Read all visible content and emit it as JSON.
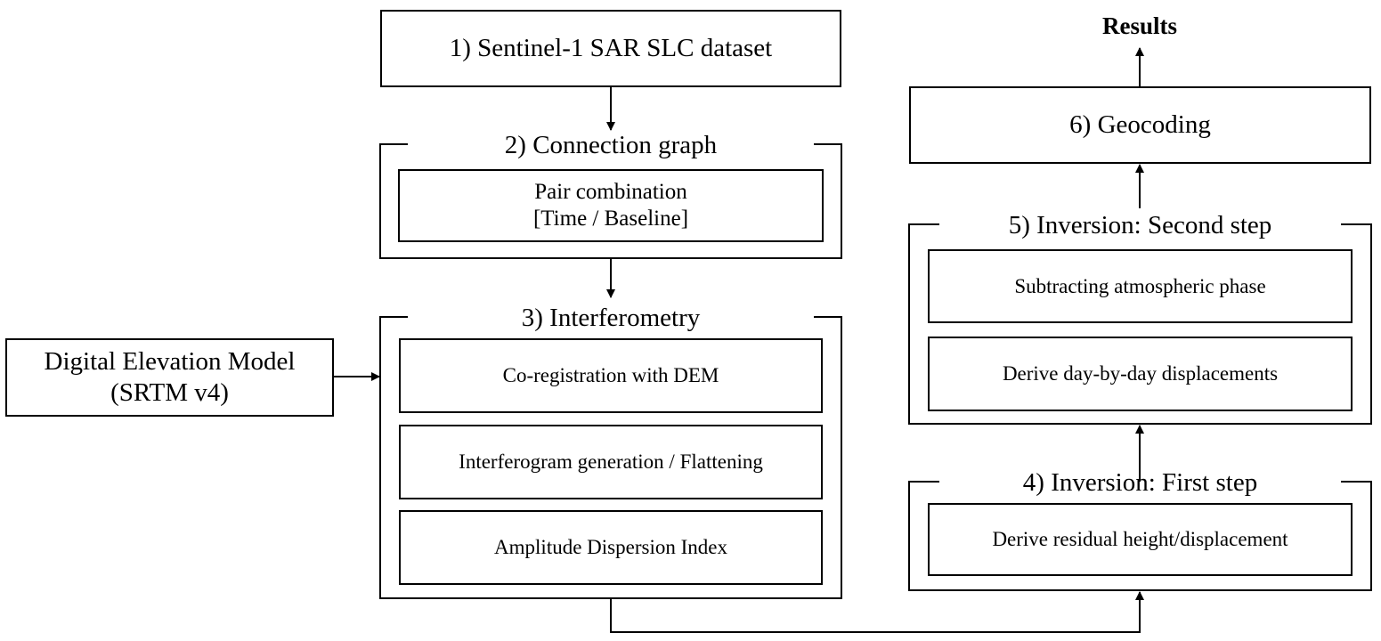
{
  "nodes": {
    "sentinel": "1) Sentinel-1 SAR SLC dataset",
    "connection_graph": {
      "title": "2) Connection graph",
      "pair_line1": "Pair combination",
      "pair_line2": "[Time / Baseline]"
    },
    "interferometry": {
      "title": "3) Interferometry",
      "steps": [
        "Co-registration with DEM",
        "Interferogram generation / Flattening",
        "Amplitude Dispersion Index"
      ]
    },
    "dem": {
      "line1": "Digital Elevation Model",
      "line2": "(SRTM v4)"
    },
    "inversion_first": {
      "title": "4) Inversion: First step",
      "steps": [
        "Derive residual height/displacement"
      ]
    },
    "inversion_second": {
      "title": "5) Inversion: Second step",
      "steps": [
        "Subtracting atmospheric phase",
        "Derive day-by-day displacements"
      ]
    },
    "geocoding": "6) Geocoding",
    "results": "Results"
  },
  "colors": {
    "line": "#000000",
    "background": "#ffffff"
  }
}
